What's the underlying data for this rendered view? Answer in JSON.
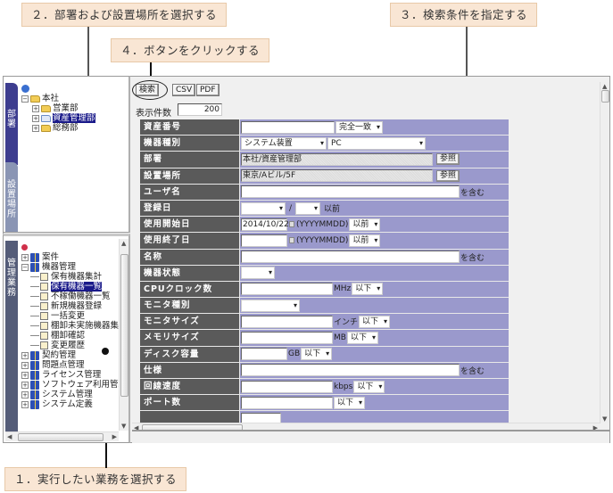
{
  "callouts": {
    "step1": "１．実行したい業務を選択する",
    "step2": "２．部署および設置場所を選択する",
    "step3": "３．検索条件を指定する",
    "step4": "４．ボタンをクリックする"
  },
  "left_tabs": {
    "department": "部署",
    "location": "設置場所",
    "business": "管理業務"
  },
  "dept_tree": {
    "root": "本社",
    "children": [
      "営業部",
      "資産管理部",
      "総務部"
    ],
    "selected": "資産管理部"
  },
  "biz_tree": {
    "items": [
      {
        "label": "案件",
        "level": 0,
        "type": "book"
      },
      {
        "label": "機器管理",
        "level": 0,
        "type": "book",
        "expanded": true
      },
      {
        "label": "保有機器集計",
        "level": 1,
        "type": "doc"
      },
      {
        "label": "保有機器一覧",
        "level": 1,
        "type": "doc",
        "selected": true
      },
      {
        "label": "不稼働機器一覧",
        "level": 1,
        "type": "doc"
      },
      {
        "label": "新規機器登録",
        "level": 1,
        "type": "doc"
      },
      {
        "label": "一括変更",
        "level": 1,
        "type": "doc"
      },
      {
        "label": "棚卸未実施機器集計",
        "level": 1,
        "type": "doc"
      },
      {
        "label": "棚卸確認",
        "level": 1,
        "type": "doc"
      },
      {
        "label": "変更履歴",
        "level": 1,
        "type": "doc"
      },
      {
        "label": "契約管理",
        "level": 0,
        "type": "book"
      },
      {
        "label": "問題点管理",
        "level": 0,
        "type": "book"
      },
      {
        "label": "ライセンス管理",
        "level": 0,
        "type": "book"
      },
      {
        "label": "ソフトウェア利用管理",
        "level": 0,
        "type": "book"
      },
      {
        "label": "システム管理",
        "level": 0,
        "type": "book"
      },
      {
        "label": "システム定義",
        "level": 0,
        "type": "book"
      }
    ]
  },
  "toolbar": {
    "search": "検索",
    "csv": "CSV",
    "pdf": "PDF"
  },
  "display_count": {
    "label": "表示件数",
    "value": "200"
  },
  "form": {
    "asset_no": {
      "label": "資産番号",
      "value": "",
      "match": "完全一致"
    },
    "device_type": {
      "label": "機器種別",
      "value1": "システム装置",
      "value2": "PC"
    },
    "department": {
      "label": "部署",
      "value": "本社/資産管理部",
      "ref": "参照"
    },
    "location": {
      "label": "設置場所",
      "value": "東京/Aビル/5F",
      "ref": "参照"
    },
    "user_name": {
      "label": "ユーザ名",
      "value": "",
      "suffix": "を含む"
    },
    "reg_date": {
      "label": "登録日",
      "sep": "/",
      "suffix": "以前"
    },
    "start_date": {
      "label": "使用開始日",
      "value": "2014/10/22",
      "format": "(YYYYMMDD)",
      "cond": "以前"
    },
    "end_date": {
      "label": "使用終了日",
      "value": "",
      "format": "(YYYYMMDD)",
      "cond": "以前"
    },
    "name": {
      "label": "名称",
      "value": "",
      "suffix": "を含む"
    },
    "status": {
      "label": "機器状態",
      "value": ""
    },
    "cpu": {
      "label": "CPUクロック数",
      "unit": "MHz",
      "cond": "以下"
    },
    "monitor_type": {
      "label": "モニタ種別",
      "value": ""
    },
    "monitor_size": {
      "label": "モニタサイズ",
      "unit": "インチ",
      "cond": "以下"
    },
    "memory": {
      "label": "メモリサイズ",
      "unit": "MB",
      "cond": "以下"
    },
    "disk": {
      "label": "ディスク容量",
      "unit": "GB",
      "cond": "以下"
    },
    "spec": {
      "label": "仕様",
      "suffix": "を含む"
    },
    "line_speed": {
      "label": "回線速度",
      "unit": "kbps",
      "cond": "以下"
    },
    "ports": {
      "label": "ポート数",
      "cond": "以下"
    }
  }
}
